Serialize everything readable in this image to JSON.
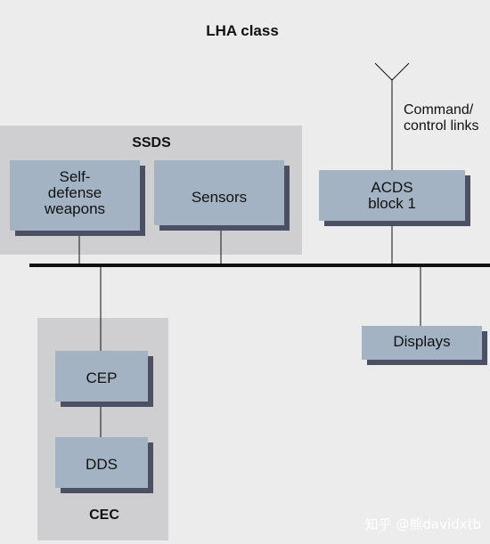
{
  "title": "LHA class",
  "groups": {
    "ssds_label": "SSDS",
    "cec_label": "CEC"
  },
  "boxes": {
    "self_defense_weapons": "Self-\ndefense\nweapons",
    "sensors": "Sensors",
    "acds_block_1": "ACDS\nblock 1",
    "displays": "Displays",
    "cep": "CEP",
    "dds": "DDS"
  },
  "antenna_label": "Command/\ncontrol links",
  "watermark": "知乎 @熊davidxtb",
  "colors": {
    "background": "#ececec",
    "group_fill": "#cfcfd1",
    "box_fill": "#a3b3c3",
    "box_shadow": "#4d5062",
    "line": "#111111"
  }
}
